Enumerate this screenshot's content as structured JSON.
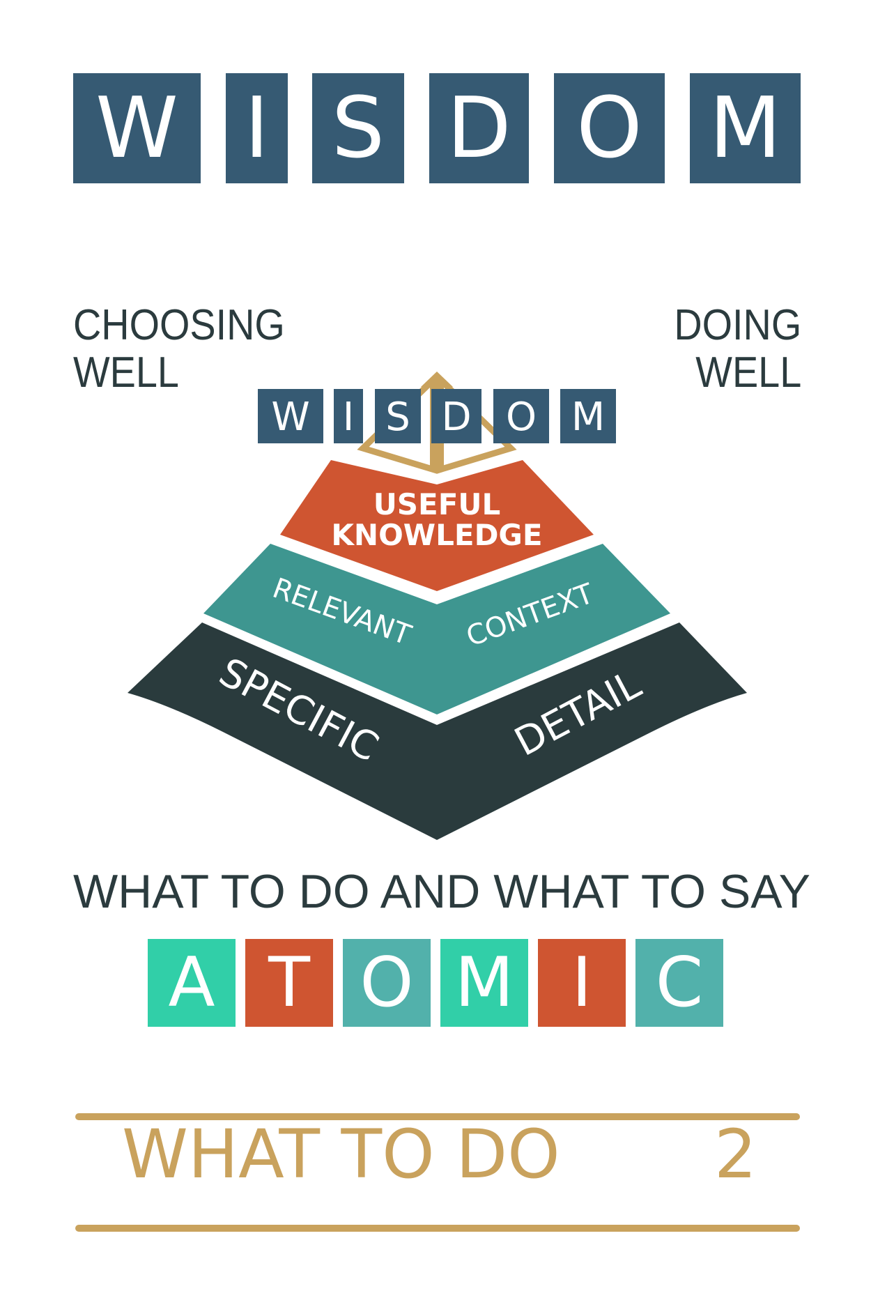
{
  "title_tiles": [
    "W",
    "I",
    "S",
    "D",
    "O",
    "M"
  ],
  "left_heading": {
    "line1": "CHOOSING",
    "line2": "WELL"
  },
  "right_heading": {
    "line1": "DOING",
    "line2": "WELL"
  },
  "pyramid": {
    "top_tiles": [
      "W",
      "I",
      "S",
      "D",
      "O",
      "M"
    ],
    "top_layer": {
      "line1": "USEFUL",
      "line2": "KNOWLEDGE"
    },
    "middle_layer": {
      "left": "RELEVANT",
      "right": "CONTEXT"
    },
    "bottom_layer": {
      "left": "SPECIFIC",
      "right": "DETAIL"
    }
  },
  "tagline": "WHAT TO DO AND WHAT TO SAY",
  "atomic_tiles": [
    {
      "letter": "A",
      "color": "#31cfa8"
    },
    {
      "letter": "T",
      "color": "#cf5531"
    },
    {
      "letter": "O",
      "color": "#52b1ab"
    },
    {
      "letter": "M",
      "color": "#31cfa8"
    },
    {
      "letter": "I",
      "color": "#cf5531"
    },
    {
      "letter": "C",
      "color": "#52b1ab"
    }
  ],
  "footer": {
    "title": "WHAT TO DO",
    "number": "2"
  },
  "colors": {
    "navy": "#365a73",
    "orange": "#cf5531",
    "teal": "#3e9690",
    "dark": "#2a3b3d",
    "gold": "#c9a25d"
  }
}
